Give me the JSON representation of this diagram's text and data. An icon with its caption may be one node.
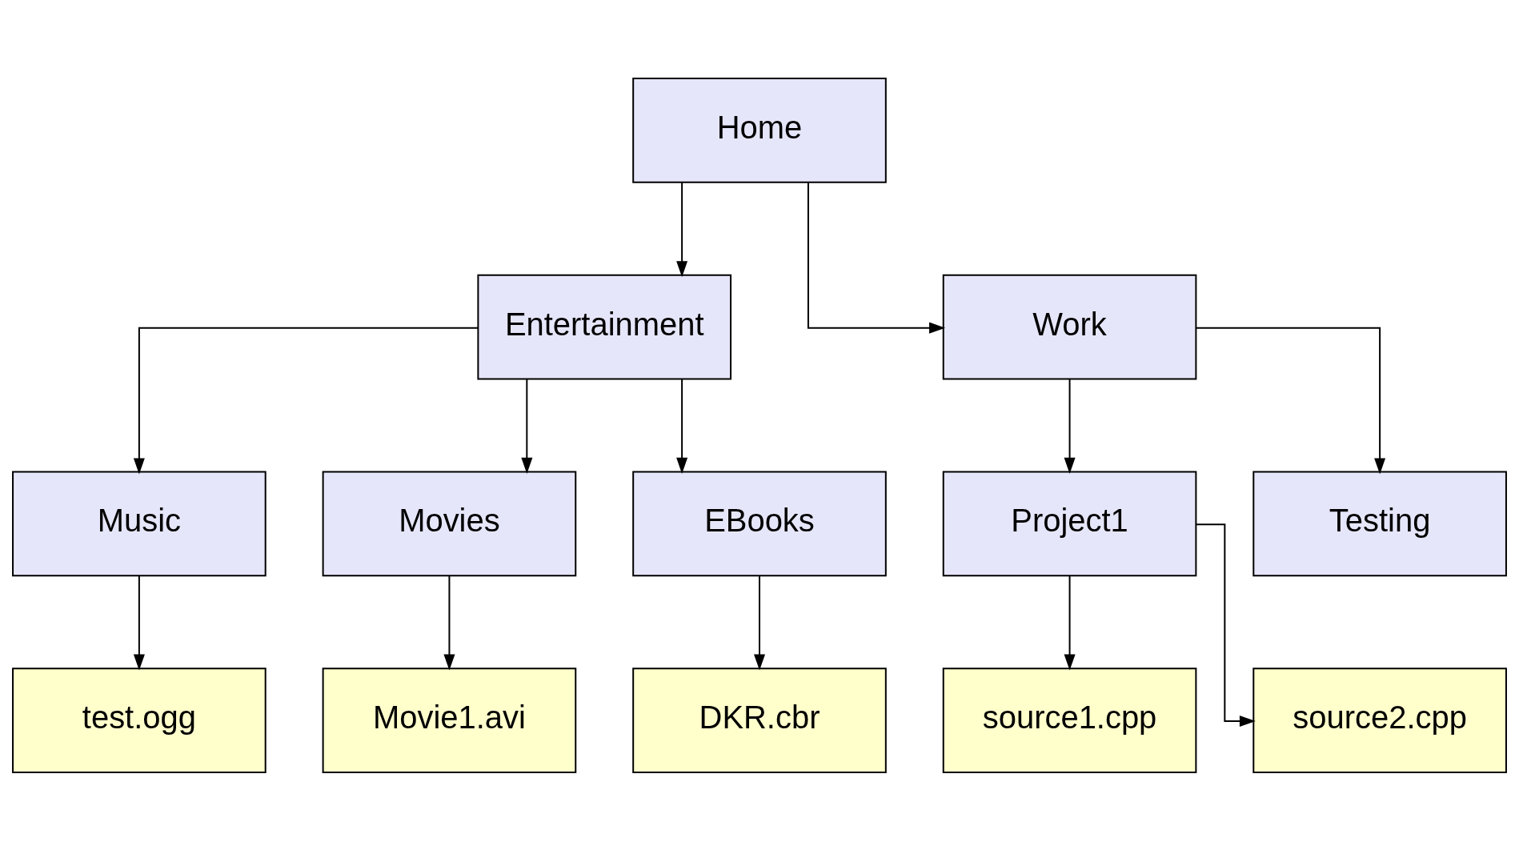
{
  "diagram": {
    "nodes": [
      {
        "text": [
          "Home"
        ]
      },
      {
        "text": [
          "Entertainment"
        ]
      },
      {
        "text": [
          "Work"
        ]
      },
      {
        "text": [
          "Music"
        ]
      },
      {
        "text": [
          "Movies"
        ]
      },
      {
        "text": [
          "EBooks"
        ]
      },
      {
        "text": [
          "Project1"
        ]
      },
      {
        "text": [
          "Testing"
        ]
      },
      {
        "text": [
          "test.ogg"
        ]
      },
      {
        "text": [
          "Movie1.avi"
        ]
      },
      {
        "text": [
          "DKR.cbr"
        ]
      },
      {
        "text": [
          "source1.cpp"
        ]
      },
      {
        "text": [
          "source2.cpp"
        ]
      }
    ],
    "edges": [
      {
        "from": 0,
        "to": 1,
        "arrow": "to"
      },
      {
        "from": 0,
        "to": 2,
        "arrow": "to"
      },
      {
        "from": 1,
        "to": 3,
        "arrow": "to"
      },
      {
        "from": 1,
        "to": 4,
        "arrow": "to"
      },
      {
        "from": 1,
        "to": 5,
        "arrow": "to"
      },
      {
        "from": 2,
        "to": 6,
        "arrow": "to"
      },
      {
        "from": 2,
        "to": 7,
        "arrow": "to"
      },
      {
        "from": 3,
        "to": 8,
        "arrow": "to"
      },
      {
        "from": 4,
        "to": 9,
        "arrow": "to"
      },
      {
        "from": 5,
        "to": 10,
        "arrow": "to"
      },
      {
        "from": 6,
        "to": 11,
        "arrow": "to"
      },
      {
        "from": 6,
        "to": 12,
        "arrow": "to"
      }
    ]
  }
}
